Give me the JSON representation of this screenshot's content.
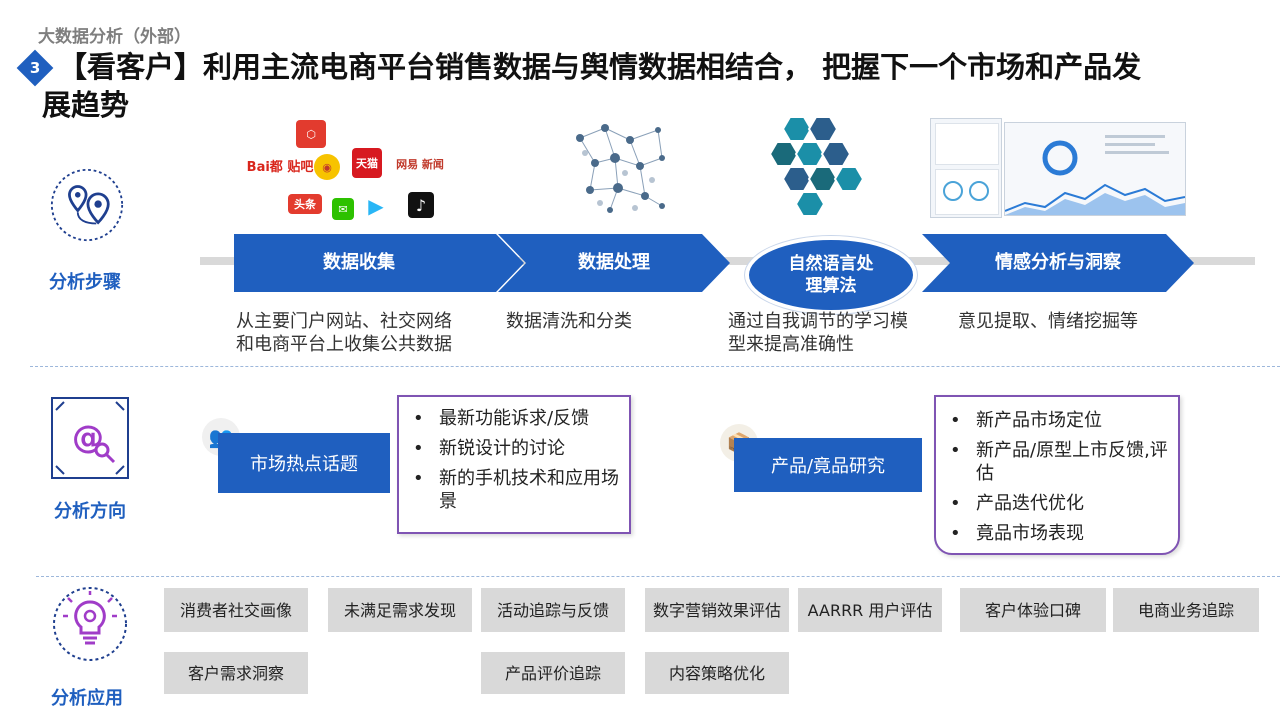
{
  "header": {
    "subtitle": "大数据分析（外部）",
    "badge": "3",
    "title_line1": "【看客户】利用主流电商平台销售数据与舆情数据相结合， 把握下一个市场和产品发",
    "title_line2": "展趋势"
  },
  "sections": {
    "steps_label": "分析步骤",
    "direction_label": "分析方向",
    "application_label": "分析应用"
  },
  "logos": {
    "baidu": "Bai都 贴吧",
    "toutiao": "头条",
    "tmall": "天猫",
    "netease": "网易 新闻"
  },
  "steps": [
    {
      "label": "数据收集",
      "desc_line1": "从主要门户网站、社交网络",
      "desc_line2": "和电商平台上收集公共数据"
    },
    {
      "label": "数据处理",
      "desc_line1": "数据清洗和分类",
      "desc_line2": ""
    },
    {
      "label_line1": "自然语言处",
      "label_line2": "理算法",
      "desc_line1": "通过自我调节的学习模",
      "desc_line2": "型来提高准确性"
    },
    {
      "label": "情感分析与洞察",
      "desc_line1": "意见提取、情绪挖掘等",
      "desc_line2": ""
    }
  ],
  "directions": [
    {
      "label": "市场热点话题",
      "items": [
        "最新功能诉求/反馈",
        "新锐设计的讨论",
        "新的手机技术和应用场景"
      ]
    },
    {
      "label": "产品/竟品研究",
      "items": [
        "新产品市场定位",
        "新产品/原型上市反馈,评估",
        "产品迭代优化",
        "竟品市场表现"
      ]
    }
  ],
  "applications": {
    "row1": [
      "消费者社交画像",
      "未满足需求发现",
      "活动追踪与反馈",
      "数字营销效果评估",
      "AARRR 用户评估",
      "客户体验口碑",
      "电商业务追踪"
    ],
    "row2": [
      "客户需求洞察",
      "产品评价追踪",
      "内容策略优化"
    ]
  },
  "colors": {
    "accent": "#1f5fbf",
    "purple": "#7f54b3",
    "chip": "#d9d9d9"
  }
}
